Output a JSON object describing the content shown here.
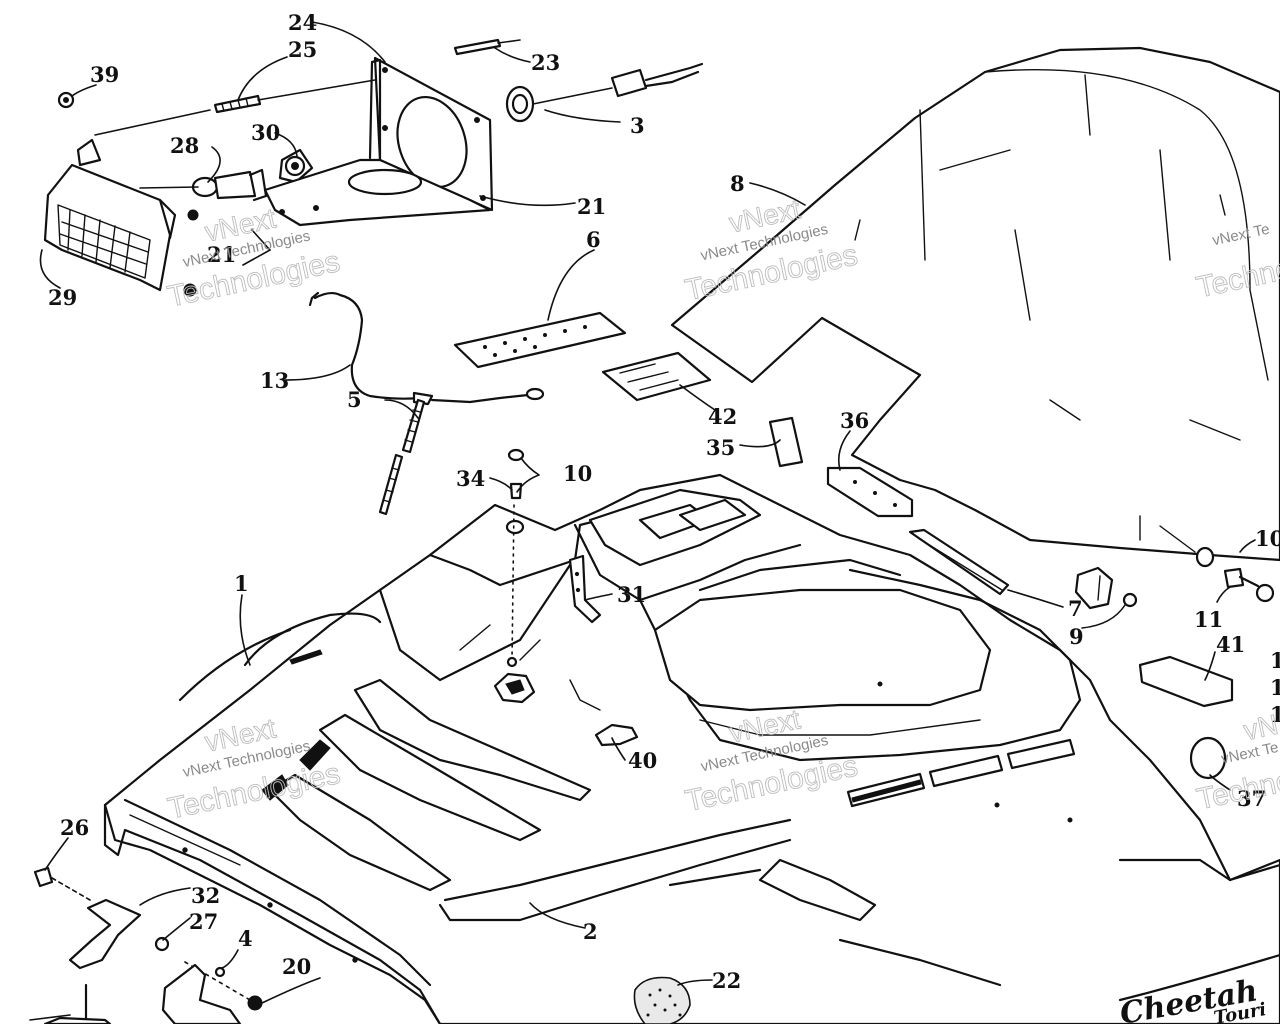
{
  "callouts": {
    "c1": "1",
    "c2": "2",
    "c3": "3",
    "c4": "4",
    "c5": "5",
    "c6": "6",
    "c7": "7",
    "c8": "8",
    "c9": "9",
    "c10a": "10",
    "c10b": "10",
    "c11": "11",
    "c13": "13",
    "c20": "20",
    "c21a": "21",
    "c21b": "21",
    "c22": "22",
    "c23": "23",
    "c24": "24",
    "c25": "25",
    "c26": "26",
    "c27": "27",
    "c28": "28",
    "c29": "29",
    "c30": "30",
    "c31": "31",
    "c32": "32",
    "c34": "34",
    "c35": "35",
    "c36": "36",
    "c37": "37",
    "c39": "39",
    "c40": "40",
    "c41": "41",
    "c42": "42",
    "c1edge_a": "1",
    "c1edge_b": "1",
    "c1edge_c": "1"
  },
  "watermark": {
    "brand": "vNext",
    "company": "vNext Technologies",
    "word": "Technologies",
    "fragment_top": "vNext Te",
    "fragment_mid": "vN"
  },
  "decal": {
    "line1": "Cheetah",
    "line2": "Touri"
  }
}
